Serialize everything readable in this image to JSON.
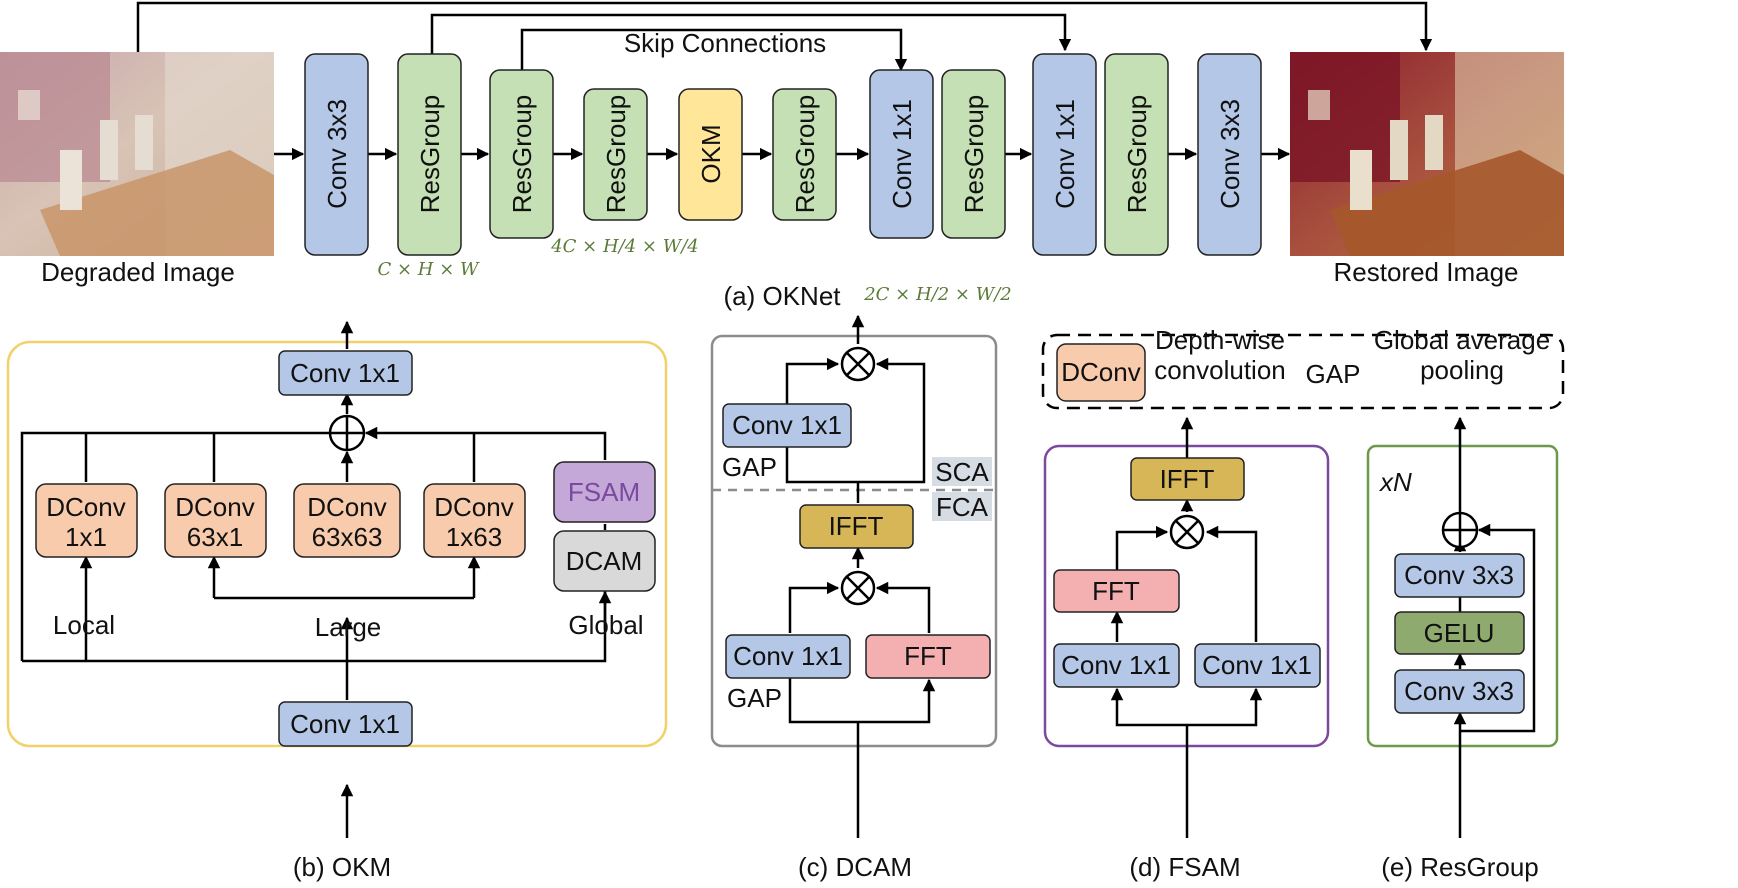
{
  "colors": {
    "conv_blue": "#b4c7e7",
    "resgroup_green": "#c5e0b4",
    "okm_yellow": "#ffe699",
    "dconv_orange": "#f8cbad",
    "fsam_purple": "#c4a8d8",
    "dcam_gray": "#d9d9d9",
    "ifft_gold": "#d6b656",
    "fft_red": "#f4b0b0",
    "gelu_green": "#8faa6e",
    "okm_border": "#f2d16b",
    "dcam_border": "#8c8c8c",
    "fsam_border": "#7b4a9e",
    "resgroup_border": "#6a9a4a",
    "dim_text": "#5a7a36",
    "fsam_text": "#7b4a9e"
  },
  "okn": {
    "input_label": "Degraded Image",
    "output_label": "Restored Image",
    "skip_label": "Skip Connections",
    "caption": "(a) OKNet",
    "blocks": [
      "Conv 3x3",
      "ResGroup",
      "ResGroup",
      "ResGroup",
      "OKM",
      "ResGroup",
      "Conv 1x1",
      "ResGroup",
      "Conv 1x1",
      "ResGroup",
      "Conv 3x3"
    ],
    "dims": [
      "C × H × W",
      "4C × H/4 × W/4",
      "2C × H/2 × W/2"
    ]
  },
  "okm": {
    "caption": "(b) OKM",
    "conv_top": "Conv 1x1",
    "conv_bottom": "Conv 1x1",
    "dconv": [
      "DConv\n1x1",
      "DConv\n63x1",
      "DConv\n63x63",
      "DConv\n1x63"
    ],
    "fsam": "FSAM",
    "dcam": "DCAM",
    "local": "Local",
    "large": "Large",
    "global": "Global"
  },
  "dcam": {
    "caption": "(c) DCAM",
    "conv_sca": "Conv 1x1",
    "gap_sca": "GAP",
    "sca": "SCA",
    "fca": "FCA",
    "ifft": "IFFT",
    "conv_fca": "Conv 1x1",
    "gap_fca": "GAP",
    "fft": "FFT"
  },
  "fsam": {
    "caption": "(d) FSAM",
    "ifft": "IFFT",
    "fft": "FFT",
    "conv_left": "Conv 1x1",
    "conv_right": "Conv 1x1"
  },
  "resgroup": {
    "caption": "(e) ResGroup",
    "repeat": "xN",
    "conv_top": "Conv 3x3",
    "gelu": "GELU",
    "conv_bottom": "Conv 3x3"
  },
  "legend": {
    "dconv": "DConv",
    "dconv_desc": "Depth-wise\nconvolution",
    "gap": "GAP",
    "gap_desc": "Global average\npooling"
  }
}
